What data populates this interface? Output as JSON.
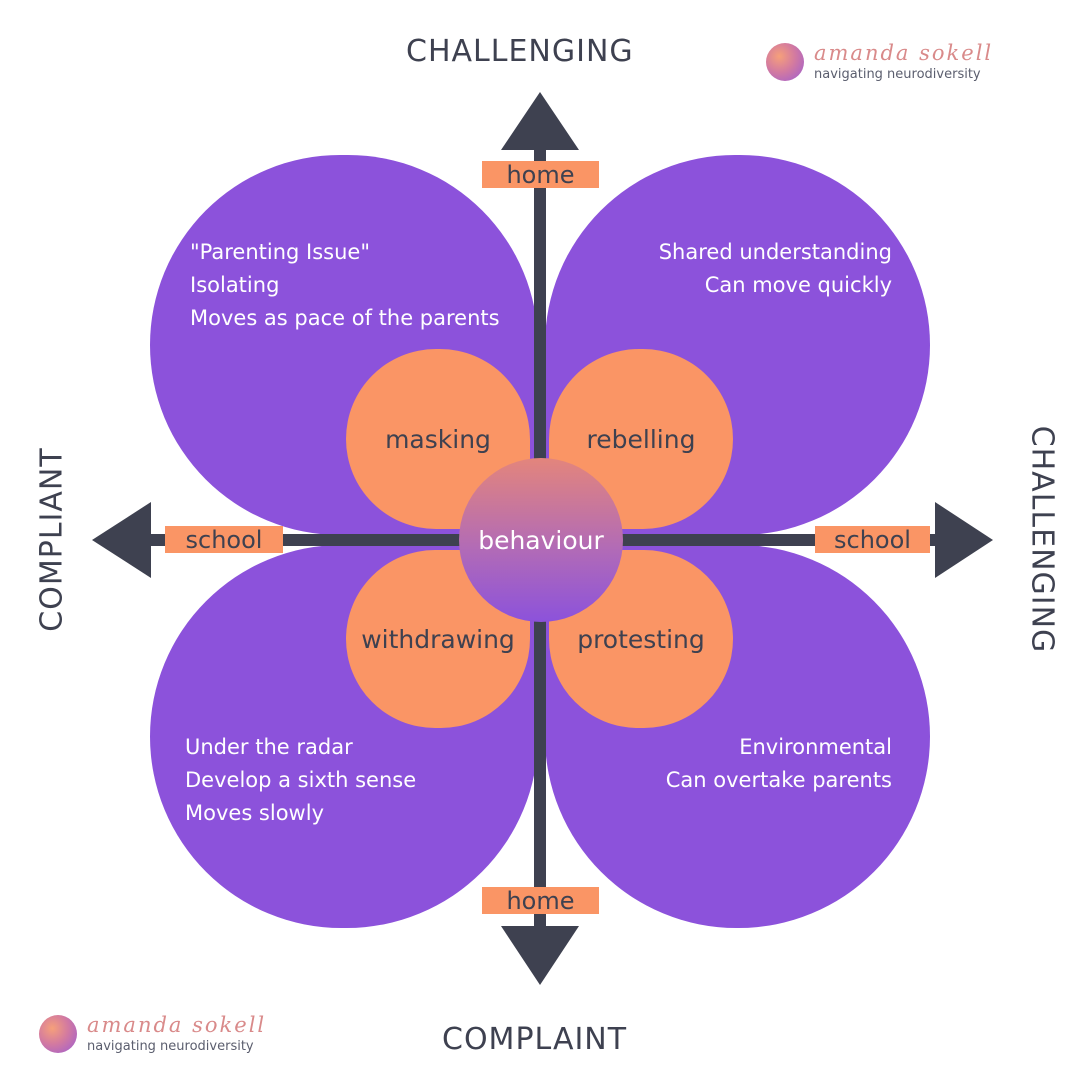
{
  "axes": {
    "top": "CHALLENGING",
    "bottom": "COMPLAINT",
    "left": "COMPLIANT",
    "right": "CHALLENGING"
  },
  "tags": {
    "home_top": "home",
    "home_bottom": "home",
    "school_left": "school",
    "school_right": "school"
  },
  "center": "behaviour",
  "petals": {
    "top_left": "masking",
    "top_right": "rebelling",
    "bottom_left": "withdrawing",
    "bottom_right": "protesting"
  },
  "quadrants": {
    "top_left": [
      "\"Parenting Issue\"",
      "Isolating",
      "Moves as pace of the parents"
    ],
    "top_right": [
      "Shared understanding",
      "Can move quickly"
    ],
    "bottom_left": [
      "Under the radar",
      "Develop a sixth sense",
      "Moves slowly"
    ],
    "bottom_right": [
      "Environmental",
      "Can overtake parents"
    ]
  },
  "logo": {
    "name": "amanda sokell",
    "tagline": "navigating neurodiversity"
  },
  "colors": {
    "purple": "#8c52db",
    "orange": "#fa9565",
    "axis": "#3e4150"
  }
}
